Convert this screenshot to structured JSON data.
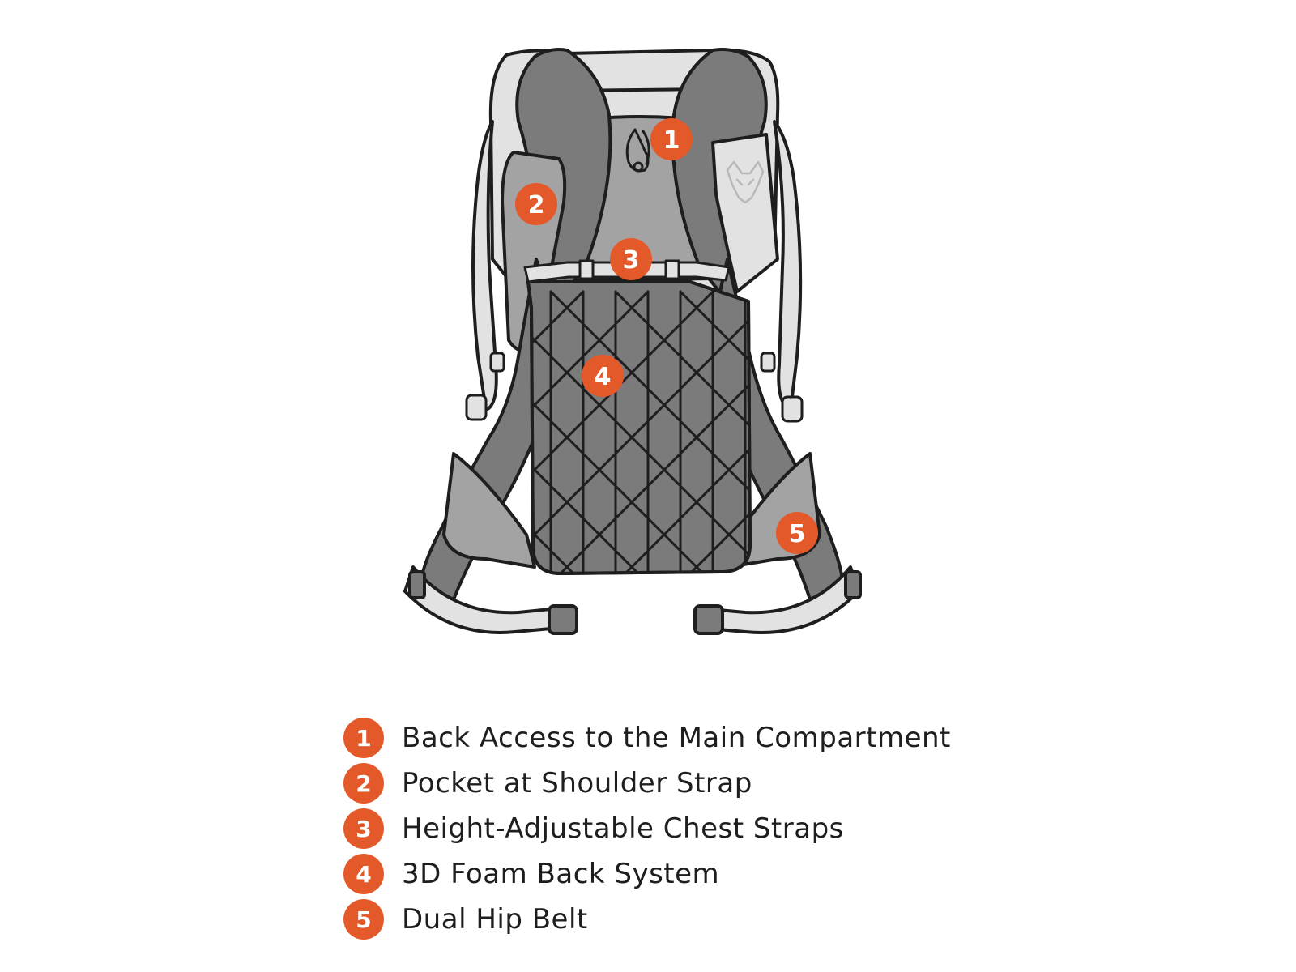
{
  "colors": {
    "accent": "#e4592a",
    "outline": "#1e1e1e",
    "fabric_dark": "#7b7b7b",
    "fabric_mid": "#a3a3a3",
    "fabric_light": "#e2e2e2",
    "background": "#ffffff"
  },
  "diagram": {
    "icons": [
      "backpack-illustration",
      "brand-logo-icon",
      "zipper-puller-icon",
      "buckle-icon"
    ],
    "callouts": [
      {
        "number": "1"
      },
      {
        "number": "2"
      },
      {
        "number": "3"
      },
      {
        "number": "4"
      },
      {
        "number": "5"
      }
    ]
  },
  "legend": {
    "items": [
      {
        "number": "1",
        "label": "Back Access to the Main Compartment"
      },
      {
        "number": "2",
        "label": "Pocket at Shoulder Strap"
      },
      {
        "number": "3",
        "label": "Height-Adjustable Chest Straps"
      },
      {
        "number": "4",
        "label": "3D Foam Back System"
      },
      {
        "number": "5",
        "label": "Dual Hip Belt"
      }
    ]
  }
}
